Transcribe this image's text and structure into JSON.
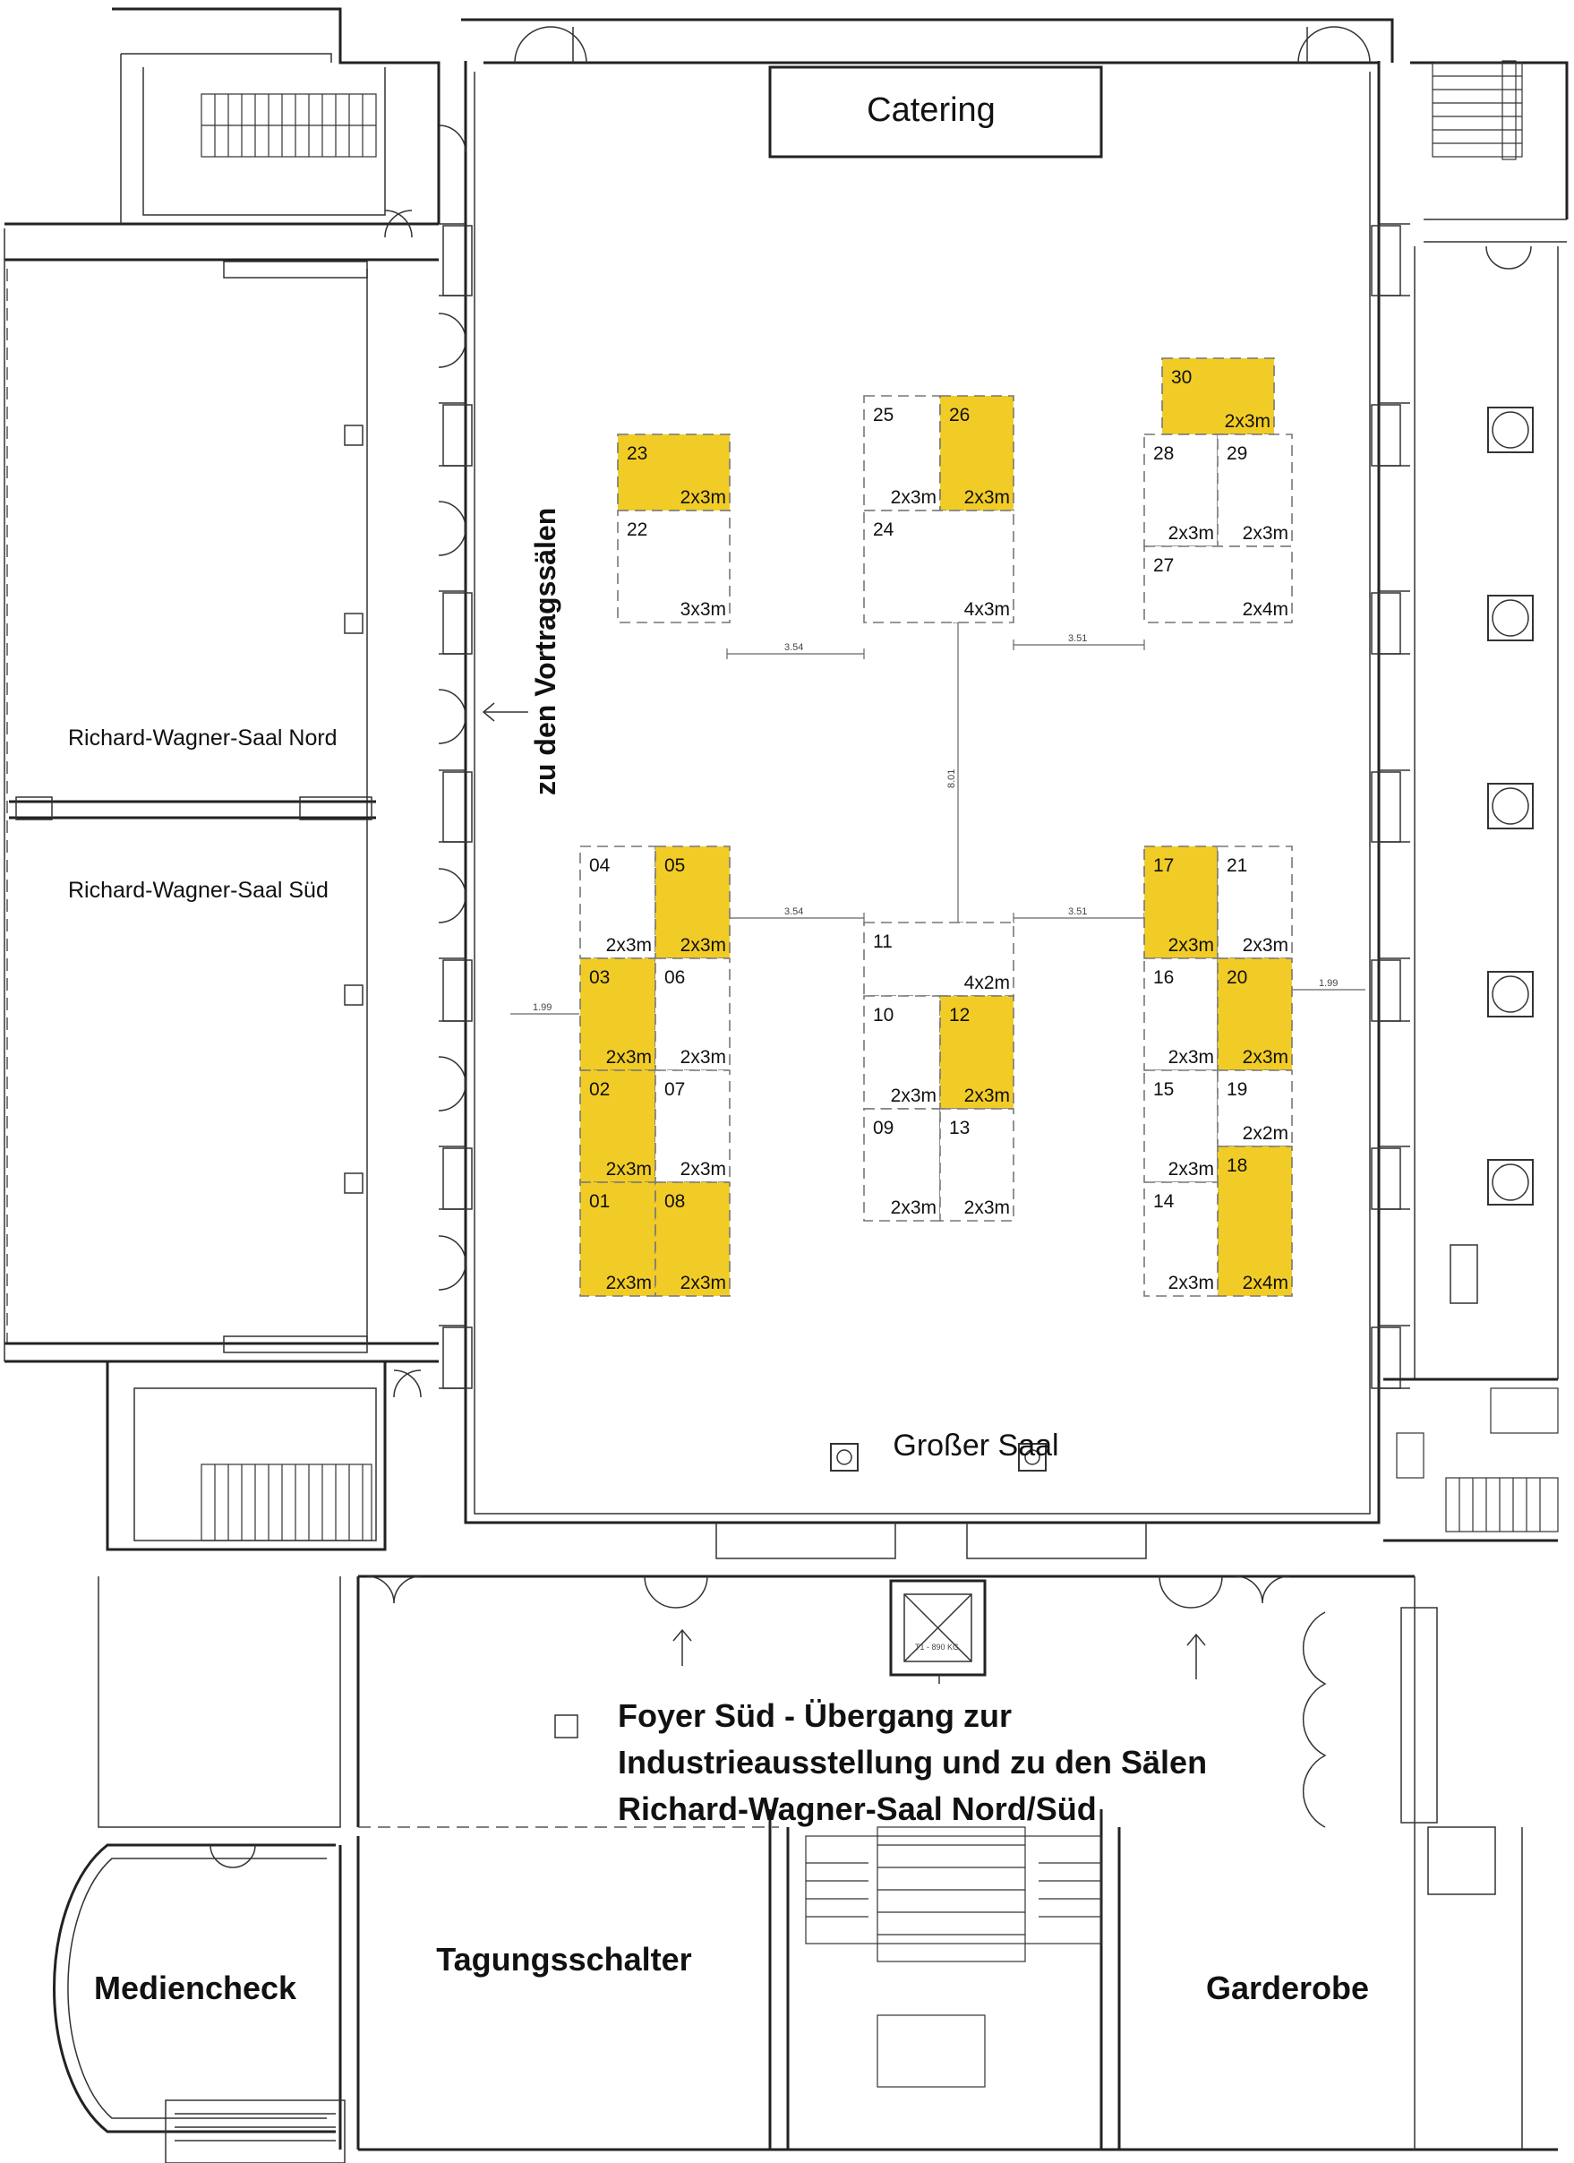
{
  "rooms": {
    "catering": "Catering",
    "grosser_saal": "Großer Saal",
    "rw_nord": "Richard-Wagner-Saal Nord",
    "rw_sued": "Richard-Wagner-Saal Süd",
    "vortrag": "zu den Vortragssälen",
    "foyer_line1": "Foyer Süd - Übergang zur",
    "foyer_line2": "Industrieausstellung und zu den Sälen",
    "foyer_line3": "Richard-Wagner-Saal Nord/Süd",
    "tagung": "Tagungsschalter",
    "medien": "Mediencheck",
    "garderobe": "Garderobe"
  },
  "dimensions": {
    "d354_top": "3.54",
    "d351_top": "3.51",
    "d801": "8.01",
    "d354_mid": "3.54",
    "d351_mid": "3.51",
    "d199_left": "1.99",
    "d199_right": "1.99"
  },
  "colors": {
    "booth_highlight": "#f2cc26",
    "booth_default": "#ffffff"
  },
  "booths": [
    {
      "id": "23",
      "size": "2x3m",
      "highlight": true
    },
    {
      "id": "22",
      "size": "3x3m",
      "highlight": false
    },
    {
      "id": "25",
      "size": "2x3m",
      "highlight": false
    },
    {
      "id": "26",
      "size": "2x3m",
      "highlight": true
    },
    {
      "id": "24",
      "size": "4x3m",
      "highlight": false
    },
    {
      "id": "30",
      "size": "2x3m",
      "highlight": true
    },
    {
      "id": "28",
      "size": "2x3m",
      "highlight": false
    },
    {
      "id": "29",
      "size": "2x3m",
      "highlight": false
    },
    {
      "id": "27",
      "size": "2x4m",
      "highlight": false
    },
    {
      "id": "04",
      "size": "2x3m",
      "highlight": false
    },
    {
      "id": "05",
      "size": "2x3m",
      "highlight": true
    },
    {
      "id": "03",
      "size": "2x3m",
      "highlight": true
    },
    {
      "id": "06",
      "size": "2x3m",
      "highlight": false
    },
    {
      "id": "02",
      "size": "2x3m",
      "highlight": true
    },
    {
      "id": "07",
      "size": "2x3m",
      "highlight": false
    },
    {
      "id": "01",
      "size": "2x3m",
      "highlight": true
    },
    {
      "id": "08",
      "size": "2x3m",
      "highlight": true
    },
    {
      "id": "11",
      "size": "4x2m",
      "highlight": false
    },
    {
      "id": "10",
      "size": "2x3m",
      "highlight": false
    },
    {
      "id": "12",
      "size": "2x3m",
      "highlight": true
    },
    {
      "id": "09",
      "size": "2x3m",
      "highlight": false
    },
    {
      "id": "13",
      "size": "2x3m",
      "highlight": false
    },
    {
      "id": "17",
      "size": "2x3m",
      "highlight": true
    },
    {
      "id": "21",
      "size": "2x3m",
      "highlight": false
    },
    {
      "id": "16",
      "size": "2x3m",
      "highlight": false
    },
    {
      "id": "20",
      "size": "2x3m",
      "highlight": true
    },
    {
      "id": "15",
      "size": "2x3m",
      "highlight": false
    },
    {
      "id": "19",
      "size": "2x2m",
      "highlight": false
    },
    {
      "id": "18",
      "size": "2x4m",
      "highlight": true
    },
    {
      "id": "14",
      "size": "2x3m",
      "highlight": false
    }
  ]
}
